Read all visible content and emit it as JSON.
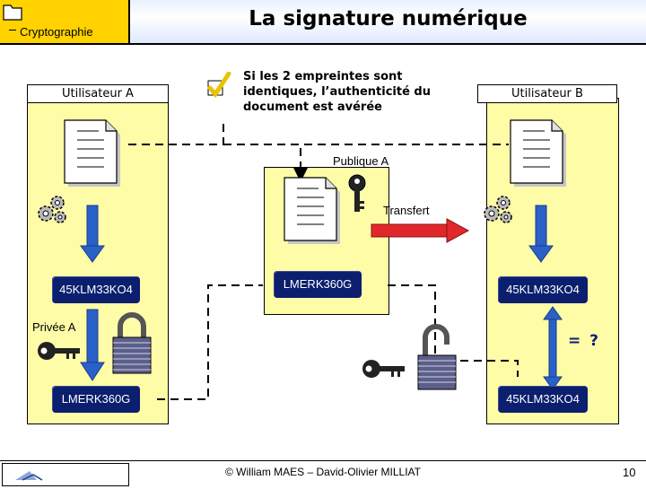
{
  "header": {
    "section": "Cryptographie",
    "title": "La signature numérique"
  },
  "note": "Si les 2 empreintes sont identiques, l’authenticité du document est avérée",
  "left_panel": {
    "user_label": "Utilisateur A",
    "hash_code": "45KLM33KO4",
    "key_label": "Privée A",
    "signature_code": "LMERK360G"
  },
  "middle_panel": {
    "key_label": "Publique A",
    "signature_code": "LMERK360G"
  },
  "right_panel": {
    "user_label": "Utilisateur B",
    "hash_code": "45KLM33KO4",
    "compare_label": "= ?",
    "decrypted_code": "45KLM33KO4"
  },
  "transfer_label": "Transfert",
  "footer": {
    "copyright": "© William MAES – David-Olivier MILLIAT",
    "page": "10"
  },
  "colors": {
    "panel": "#fffca8",
    "arrow": "#2a61c8",
    "transfer_arrow": "#e0282c",
    "code_box": "#0c1f6e",
    "header_tab": "#ffd200",
    "checkmark": "#e8c400"
  },
  "icons": [
    "document-icon",
    "gears-icon",
    "key-icon",
    "padlock-icon",
    "checkmark-icon"
  ]
}
